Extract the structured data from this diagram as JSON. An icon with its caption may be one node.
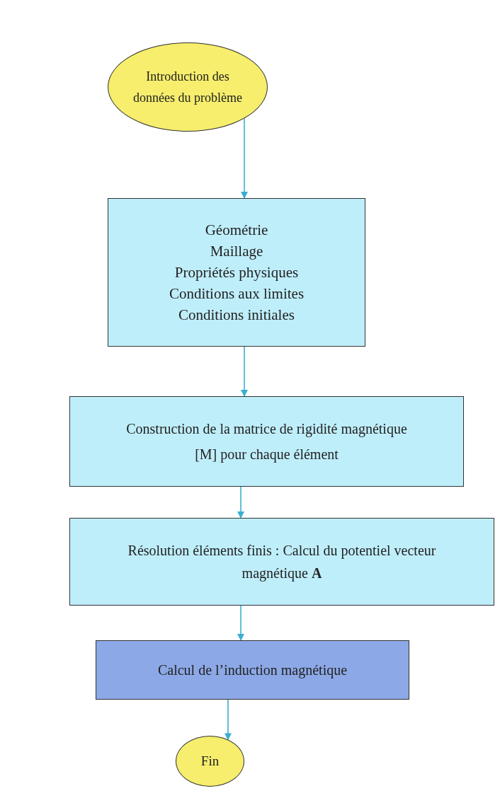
{
  "diagram": {
    "nodes": [
      {
        "text": [
          "Introduction des données du problème"
        ]
      },
      {
        "text": [
          "Géométrie",
          "Maillage",
          "Propriétés physiques",
          "Conditions aux limites",
          "Conditions initiales"
        ]
      },
      {
        "text": [
          "Construction de la matrice de rigidité magnétique [M] pour chaque élément"
        ]
      },
      {
        "text": [
          "Résolution éléments finis : Calcul du potentiel vecteur magnétique **A**"
        ]
      },
      {
        "text": [
          "Calcul de l’induction magnétique"
        ]
      },
      {
        "text": [
          "Fin"
        ]
      }
    ],
    "edges": [
      {
        "from": 0,
        "to": 1,
        "arrow": "to"
      },
      {
        "from": 1,
        "to": 2,
        "arrow": "to"
      },
      {
        "from": 2,
        "to": 3,
        "arrow": "to"
      },
      {
        "from": 3,
        "to": 4,
        "arrow": "to"
      },
      {
        "from": 4,
        "to": 5,
        "arrow": "to"
      }
    ]
  }
}
